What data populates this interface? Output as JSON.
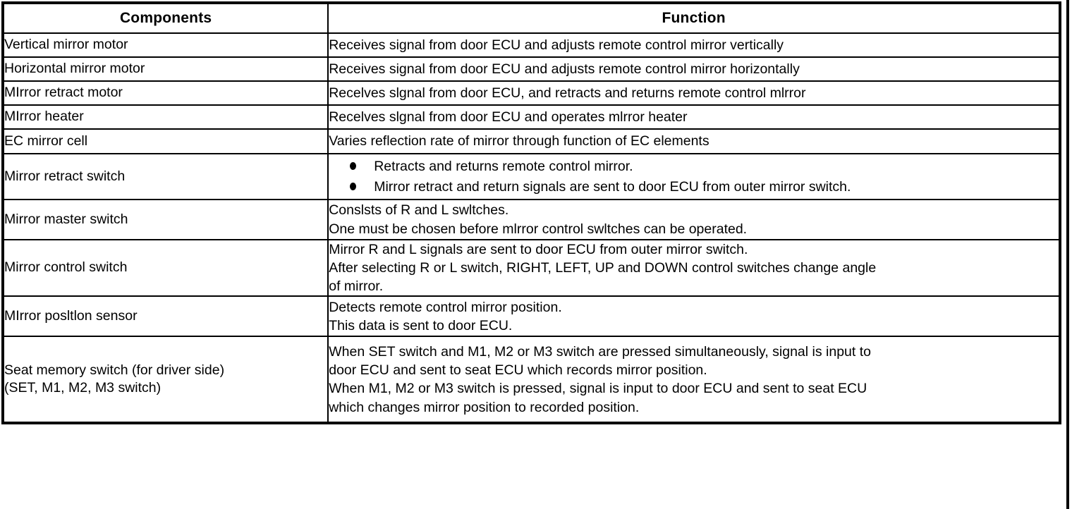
{
  "table": {
    "headers": {
      "components": "Components",
      "function": "Function"
    },
    "rows": [
      {
        "component_lines": [
          "Vertical mirror motor"
        ],
        "function_lines": [
          "Receives signal from door ECU and adjusts remote control mirror vertically"
        ]
      },
      {
        "component_lines": [
          "Horizontal mirror motor"
        ],
        "function_lines": [
          "Receives signal from door ECU and adjusts remote control mirror horizontally"
        ]
      },
      {
        "component_lines": [
          "MIrror retract motor"
        ],
        "function_lines": [
          "Recelves slgnal from door ECU, and retracts and returns remote control mlrror"
        ]
      },
      {
        "component_lines": [
          "MIrror heater"
        ],
        "function_lines": [
          "Recelves slgnal from door ECU and operates mlrror heater"
        ]
      },
      {
        "component_lines": [
          "EC mirror cell"
        ],
        "function_lines": [
          "Varies reflection rate of mirror through function of EC elements"
        ]
      },
      {
        "component_lines": [
          "Mirror retract switch"
        ],
        "function_bullets": [
          "Retracts and returns remote control mirror.",
          "Mirror retract and return signals are sent to door ECU from outer mirror switch."
        ]
      },
      {
        "component_lines": [
          "Mirror master switch"
        ],
        "function_lines": [
          "Conslsts of R and L swltches.",
          "One must be chosen before mlrror control swltches can be operated."
        ]
      },
      {
        "component_lines": [
          "Mirror control switch"
        ],
        "function_lines": [
          "Mirror R and L signals are sent to door ECU from outer mirror switch.",
          "After selecting R or L switch, RIGHT, LEFT, UP and DOWN control switches change angle",
          "of mirror."
        ]
      },
      {
        "component_lines": [
          "MIrror posltlon sensor"
        ],
        "function_lines": [
          "Detects remote control mirror position.",
          "This data is sent to door ECU."
        ]
      },
      {
        "component_lines": [
          "Seat memory switch (for driver side)",
          "(SET, M1, M2, M3 switch)"
        ],
        "function_lines": [
          "When SET switch and M1, M2 or M3 switch are pressed simultaneously, signal is input to",
          "door ECU and sent to seat ECU which records mirror position.",
          "When M1, M2 or M3 switch is pressed, signal is input to door ECU and sent to seat ECU",
          "which changes mirror position to recorded position."
        ]
      }
    ]
  },
  "colors": {
    "ink": "#000000",
    "paper": "#ffffff"
  }
}
